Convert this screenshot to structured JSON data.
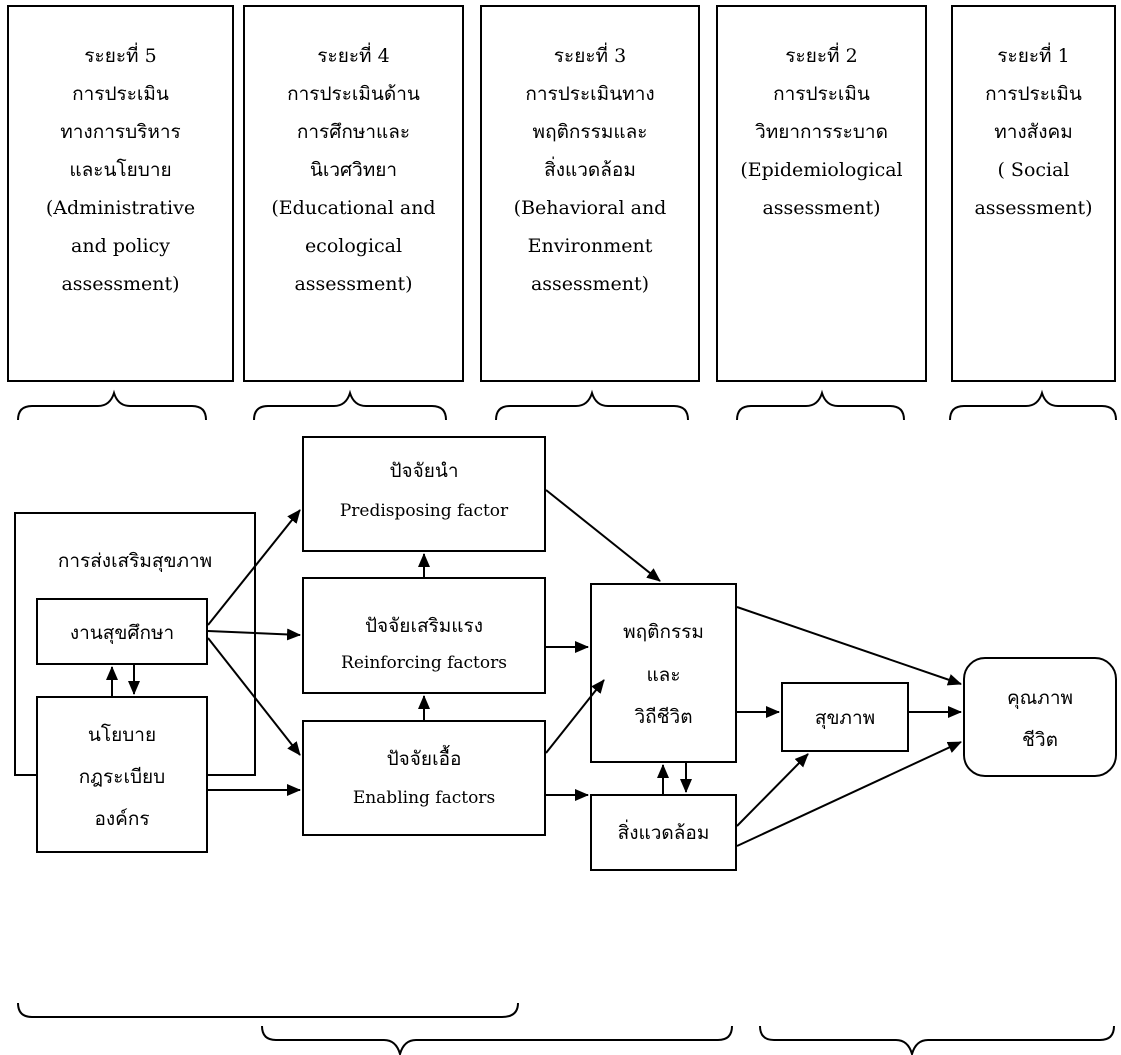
{
  "phases": [
    {
      "id": "phase5",
      "lines": [
        "ระยะที่ 5",
        "การประเมิน",
        "ทางการบริหาร",
        "และนโยบาย",
        "(Administrative",
        "and policy",
        "assessment)"
      ]
    },
    {
      "id": "phase4",
      "lines": [
        "ระยะที่ 4",
        "การประเมินด้าน",
        "การศึกษาและ",
        "นิเวศวิทยา",
        "(Educational and",
        "ecological",
        "assessment)"
      ]
    },
    {
      "id": "phase3",
      "lines": [
        "ระยะที่ 3",
        "การประเมินทาง",
        "พฤติกรรมและ",
        "สิ่งแวดล้อม",
        "(Behavioral and",
        "Environment",
        "assessment)"
      ]
    },
    {
      "id": "phase2",
      "lines": [
        "ระยะที่ 2",
        "การประเมิน",
        "วิทยาการระบาด",
        "(Epidemiological",
        "assessment)"
      ]
    },
    {
      "id": "phase1",
      "lines": [
        "ระยะที่ 1",
        "การประเมิน",
        "ทางสังคม",
        "( Social",
        "assessment)"
      ]
    }
  ],
  "nodes": {
    "health_promotion": {
      "label": "การส่งเสริมสุขภาพ"
    },
    "health_education": {
      "label": "งานสุขศึกษา"
    },
    "policy": {
      "line1": "นโยบาย",
      "line2": "กฎระเบียบ",
      "line3": "องค์กร"
    },
    "predisposing": {
      "thai": "ปัจจัยนำ",
      "english": "Predisposing factor"
    },
    "reinforcing": {
      "thai": "ปัจจัยเสริมแรง",
      "english": "Reinforcing factors"
    },
    "enabling": {
      "thai": "ปัจจัยเอื้อ",
      "english": "Enabling factors"
    },
    "behavior": {
      "line1": "พฤติกรรม",
      "line2": "และ",
      "line3": "วิถีชีวิต"
    },
    "environment": {
      "label": "สิ่งแวดล้อม"
    },
    "health": {
      "label": "สุขภาพ"
    },
    "quality_of_life": {
      "line1": "คุณภาพ",
      "line2": "ชีวิต"
    }
  }
}
